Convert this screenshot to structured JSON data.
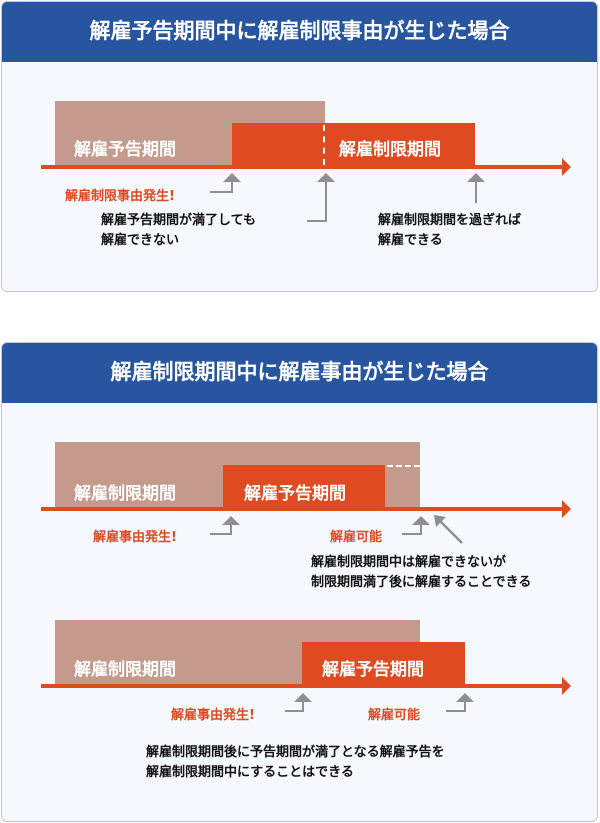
{
  "panel1": {
    "title": "解雇予告期間中に解雇制限事由が生じた場合",
    "bars": {
      "notice_period": "解雇予告期間",
      "restriction_period": "解雇制限期間"
    },
    "event_label": "解雇制限事由発生!",
    "note_left": [
      "解雇予告期間が満了しても",
      "解雇できない"
    ],
    "note_right": [
      "解雇制限期間を過ぎれば",
      "解雇できる"
    ]
  },
  "panel2": {
    "title": "解雇制限期間中に解雇事由が生じた場合",
    "diagram_a": {
      "bars": {
        "restriction_period": "解雇制限期間",
        "notice_period": "解雇予告期間"
      },
      "event_label": "解雇事由発生!",
      "possible_label": "解雇可能",
      "note": [
        "解雇制限期間中は解雇できないが",
        "制限期間満了後に解雇することできる"
      ]
    },
    "diagram_b": {
      "bars": {
        "restriction_period": "解雇制限期間",
        "notice_period": "解雇予告期間"
      },
      "event_label": "解雇事由発生!",
      "possible_label": "解雇可能",
      "note": [
        "解雇制限期間後に予告期間が満了となる解雇予告を",
        "解雇制限期間中にすることはできる"
      ]
    }
  },
  "colors": {
    "header_blue": "#2855a0",
    "accent_red": "#e04a20",
    "tan": "#c49a8c",
    "arrow_gray": "#8f8f8f",
    "panel_bg": "#f5f8fc"
  }
}
